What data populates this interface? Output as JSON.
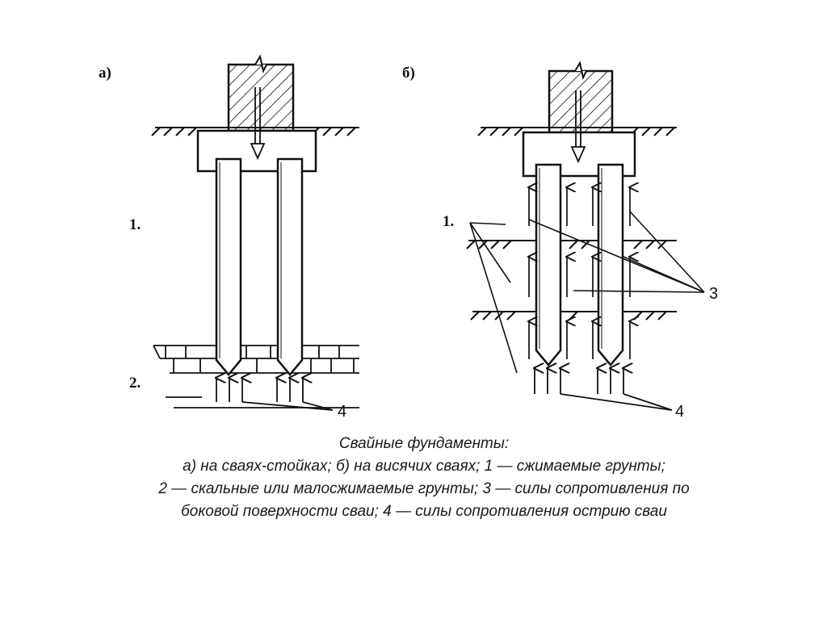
{
  "panels": {
    "a": {
      "label": "а)",
      "layer_upper": "1.",
      "layer_lower": "2.",
      "tip_forces": "4"
    },
    "b": {
      "label": "б)",
      "layer": "1.",
      "side_forces": "3",
      "tip_forces": "4"
    }
  },
  "piles": {
    "a": [
      {
        "name": "left"
      },
      {
        "name": "right"
      }
    ],
    "b": [
      {
        "name": "left"
      },
      {
        "name": "right"
      }
    ]
  },
  "caption": {
    "title": "Свайные фундаменты:",
    "line1": "а) на сваях-стойках; б) на висячих сваях; 1 — сжимаемые грунты;",
    "line2": "2 — скальные или малосжимаемые грунты; 3 — силы сопротивления по",
    "line3": "боковой поверхности сваи; 4 — силы сопротивления острию сваи"
  }
}
